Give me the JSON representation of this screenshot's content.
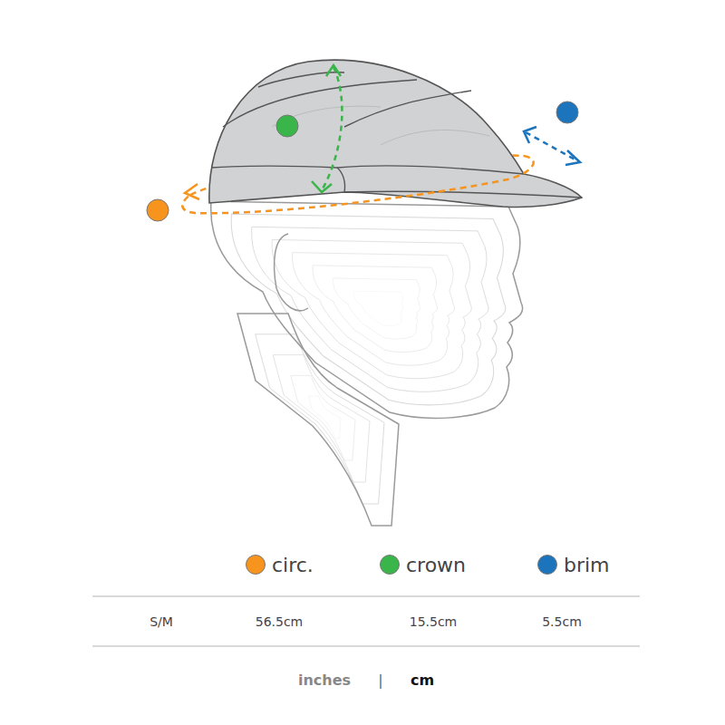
{
  "diagram": {
    "labels": [
      "S/M",
      "56.5cm",
      "15.5cm",
      "5.5cm",
      "inches",
      "|",
      "cm"
    ],
    "legend": [
      {
        "text": "circ.",
        "color": "#f7941d"
      },
      {
        "text": "crown",
        "color": "#39b54a"
      },
      {
        "text": "brim",
        "color": "#1c75bc"
      }
    ]
  }
}
